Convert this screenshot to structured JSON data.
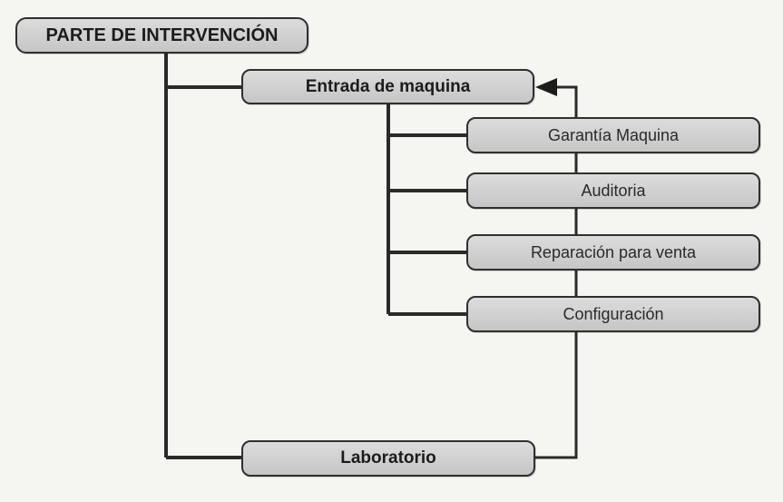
{
  "diagram": {
    "root": {
      "label": "PARTE DE INTERVENCIÓN"
    },
    "entrada": {
      "label": "Entrada de maquina"
    },
    "children": [
      {
        "label": "Garantía Maquina"
      },
      {
        "label": "Auditoria"
      },
      {
        "label": "Reparación para venta"
      },
      {
        "label": "Configuración"
      }
    ],
    "laboratorio": {
      "label": "Laboratorio"
    }
  },
  "colors": {
    "line": "#2a2a2a",
    "node_fill": "#cfcfcf",
    "background": "#f5f5f2"
  }
}
